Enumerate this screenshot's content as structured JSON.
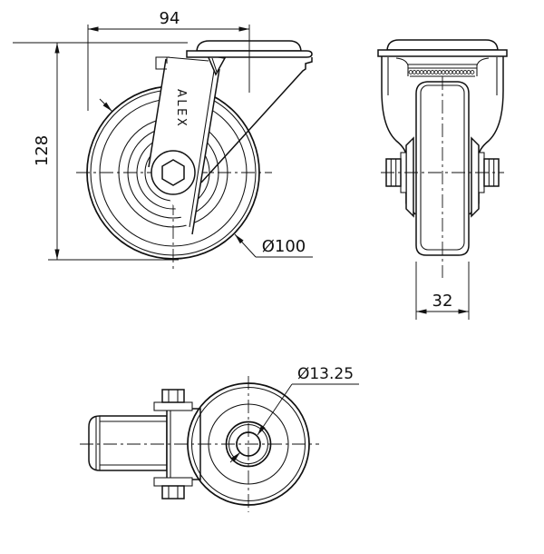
{
  "drawing": {
    "background_color": "#ffffff",
    "line_color": "#111111",
    "brand_label": "ALEX",
    "dimensions": {
      "mount_width": "94",
      "overall_height": "128",
      "wheel_diameter": "Ø100",
      "wheel_width": "32",
      "bolt_hole_diameter": "Ø13.25"
    }
  }
}
